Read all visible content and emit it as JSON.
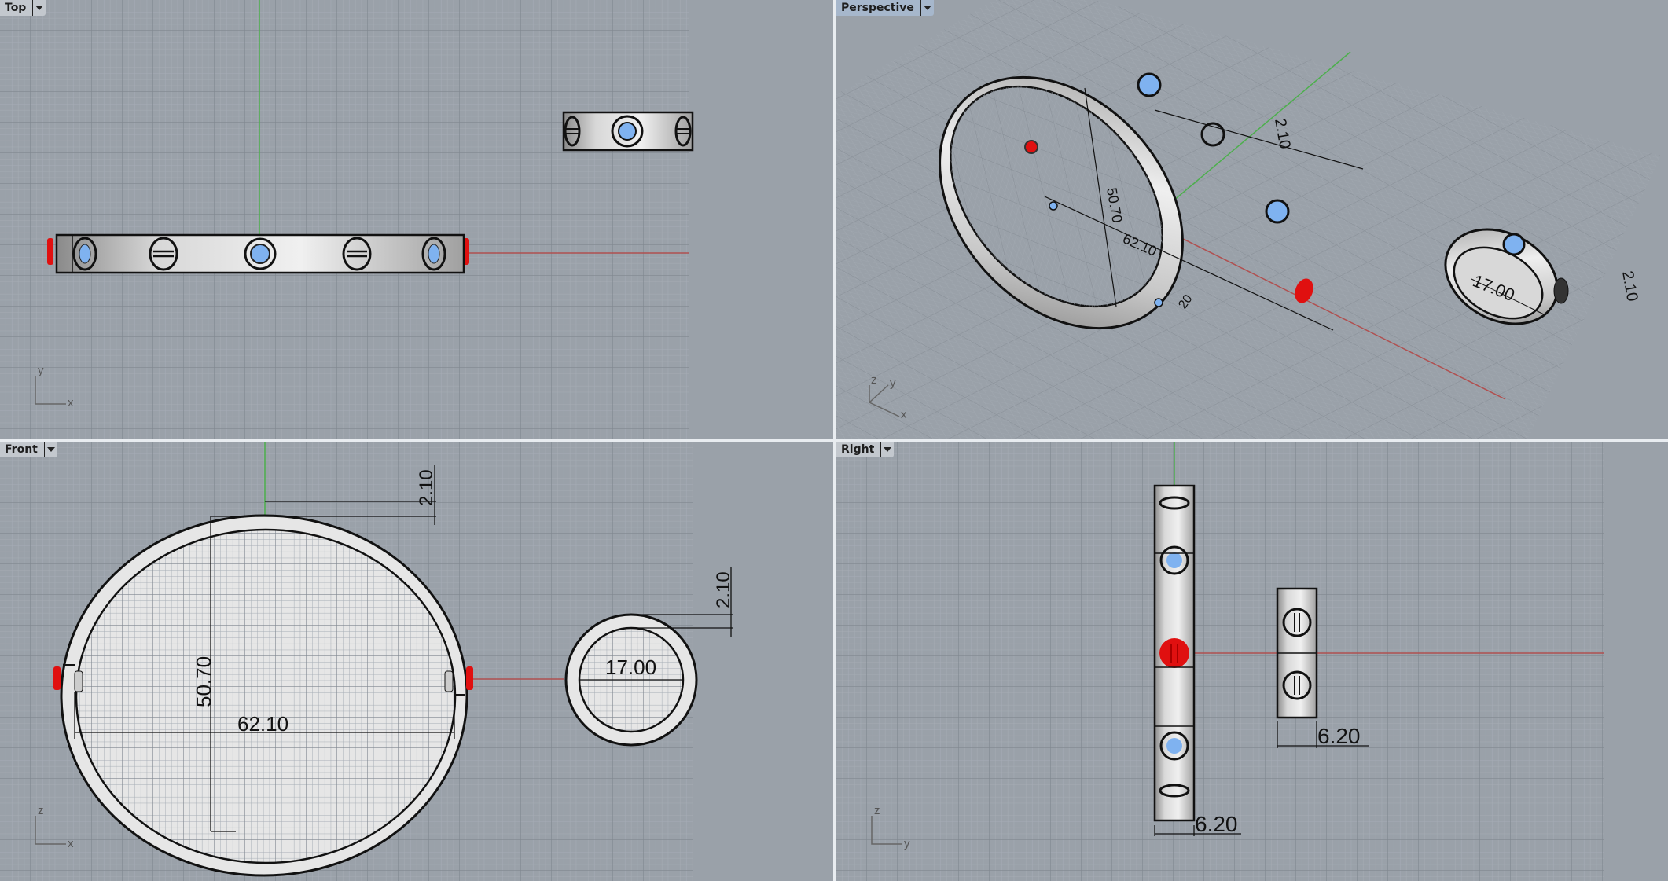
{
  "viewports": {
    "top": {
      "label": "Top",
      "active": false,
      "axes": {
        "v": "y",
        "h": "x"
      }
    },
    "perspective": {
      "label": "Perspective",
      "active": true,
      "axes": {
        "z": "z",
        "y": "y",
        "x": "x"
      }
    },
    "front": {
      "label": "Front",
      "active": false,
      "axes": {
        "v": "z",
        "h": "x"
      }
    },
    "right": {
      "label": "Right",
      "active": false,
      "axes": {
        "v": "z",
        "h": "y"
      }
    }
  },
  "dimensions": {
    "bracelet_height": "50.70",
    "bracelet_width": "62.10",
    "bracelet_thickness": "2.10",
    "ring_diameter": "17.00",
    "ring_thickness": "2.10",
    "bracelet_band_width": "6.20",
    "ring_band_width": "6.20",
    "perspective_partial": "20"
  },
  "colors": {
    "viewport_bg": "#9aa1a9",
    "grid_minor": "#a7aeb6",
    "grid_major": "#7f868e",
    "x_axis": "#b05050",
    "y_axis": "#4caf4c",
    "screw_red": "#e01010",
    "gem_blue": "#7fb2f0",
    "active_label_bg": "#a6b7cc",
    "label_bg": "#c3c8ce"
  }
}
